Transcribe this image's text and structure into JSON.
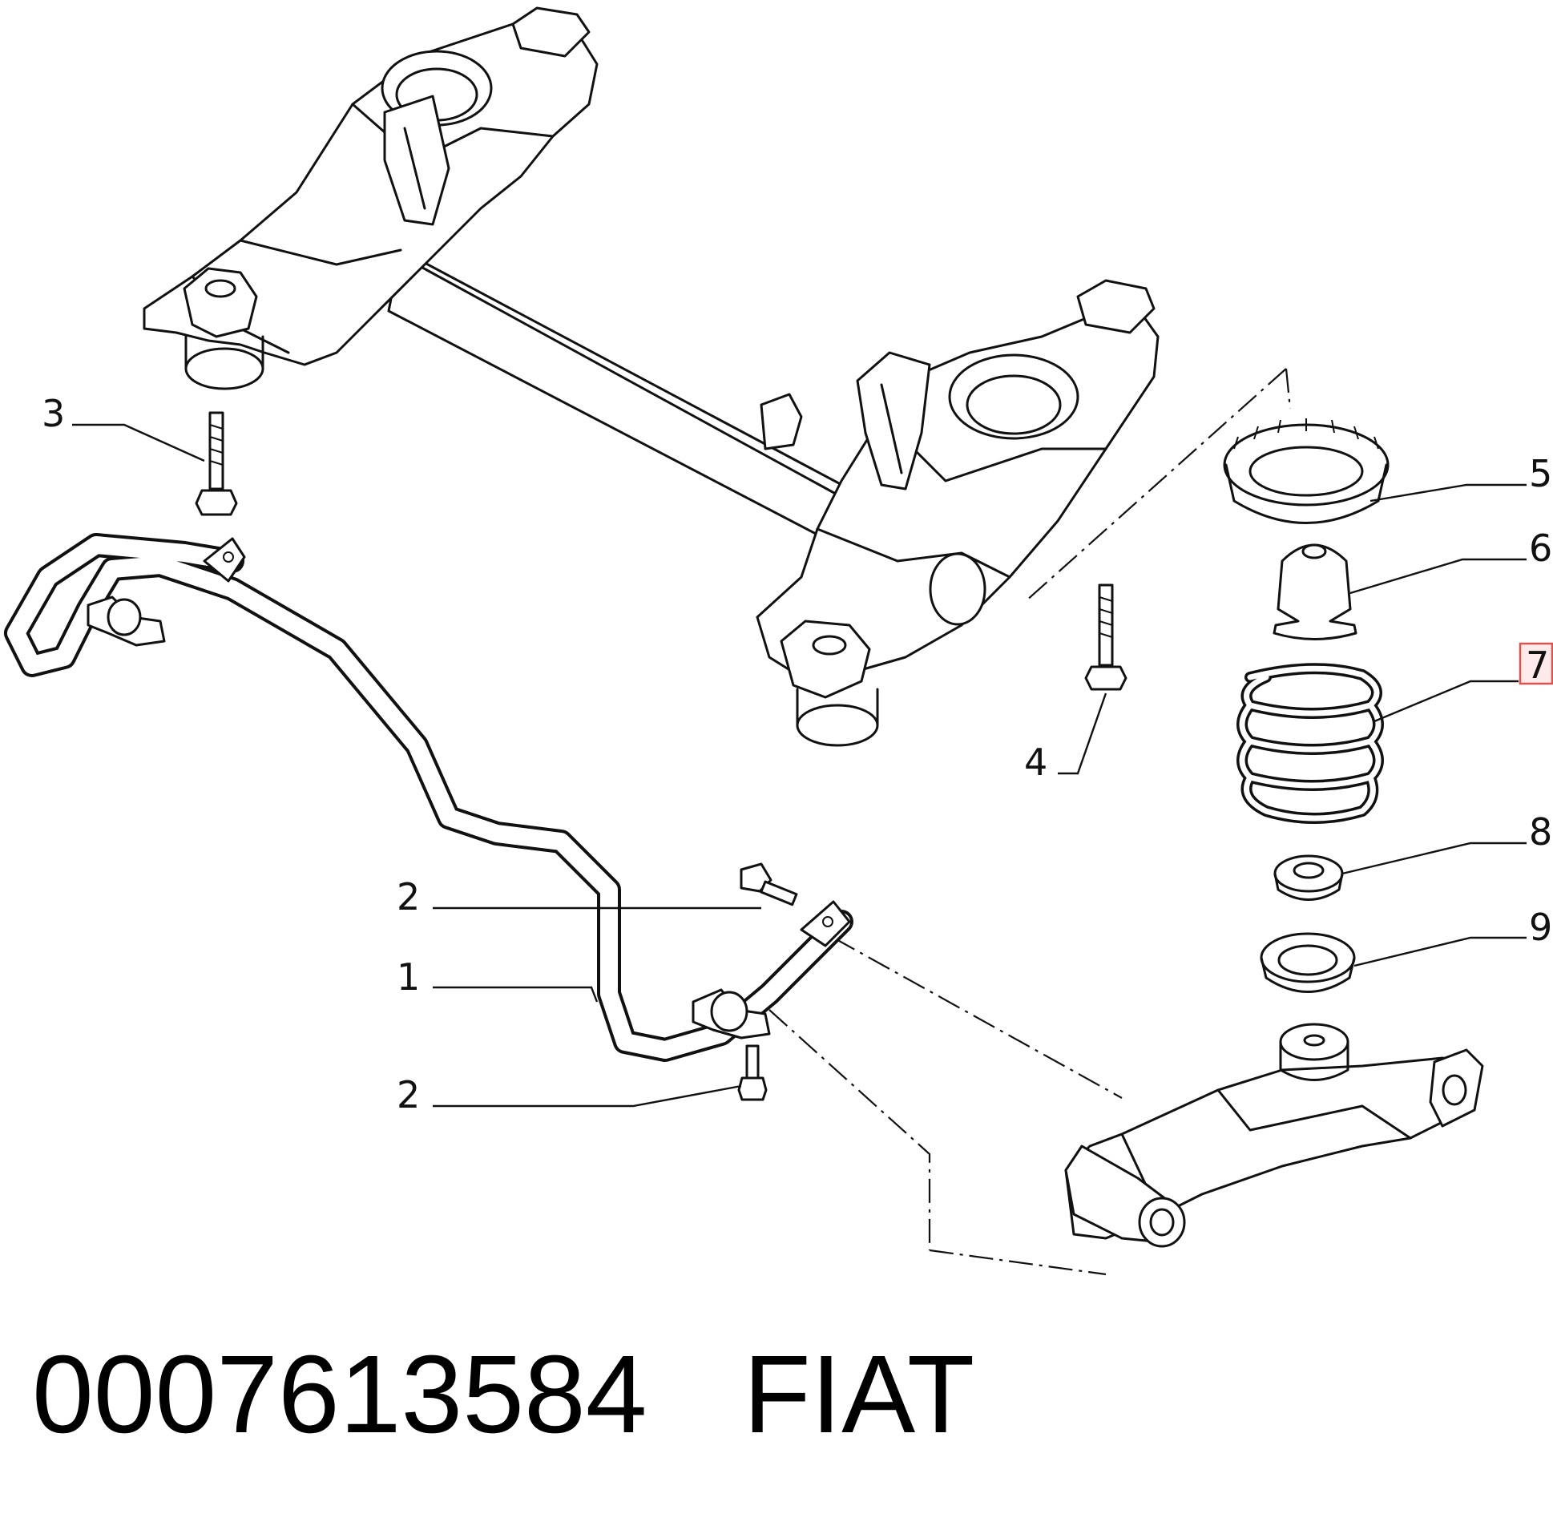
{
  "callouts": {
    "c1": "1",
    "c2a": "2",
    "c2b": "2",
    "c3": "3",
    "c4": "4",
    "c5": "5",
    "c6": "6",
    "c7": "7",
    "c8": "8",
    "c9": "9"
  },
  "highlight_color": "#d9534f",
  "footer": {
    "part_number": "0007613584",
    "brand": "FIAT"
  }
}
